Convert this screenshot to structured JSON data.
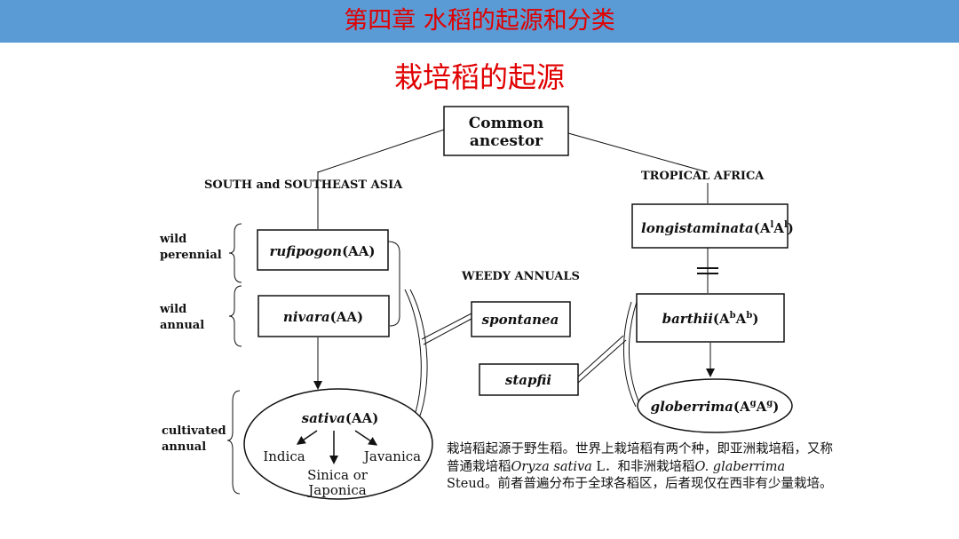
{
  "header": {
    "chapter_title": "第四章 水稻的起源和分类",
    "bar_color": "#5b9bd5",
    "title_color": "#e00000"
  },
  "slide": {
    "title": "栽培稻的起源"
  },
  "diagram": {
    "root": {
      "line1": "Common",
      "line2": "ancestor"
    },
    "regions": {
      "asia": "SOUTH and SOUTHEAST ASIA",
      "africa": "TROPICAL AFRICA",
      "weedy": "WEEDY ANNUALS"
    },
    "row_labels": {
      "wild_perennial": {
        "line1": "wild",
        "line2": "perennial"
      },
      "wild_annual": {
        "line1": "wild",
        "line2": "annual"
      },
      "cultivated_annual": {
        "line1": "cultivated",
        "line2": "annual"
      }
    },
    "nodes": {
      "rufipogon": {
        "name": "rufipogon",
        "genome": "(AA)"
      },
      "nivara": {
        "name": "nivara",
        "genome": "(AA)"
      },
      "spontanea": {
        "name": "spontanea"
      },
      "stapfii": {
        "name": "stapfii"
      },
      "longistaminata": {
        "name": "longistaminata",
        "genome_open": "(A",
        "sup1": "l",
        "mid": "A",
        "sup2": "l",
        "genome_close": ")"
      },
      "barthii": {
        "name": "barthii",
        "genome_open": "(A",
        "sup1": "b",
        "mid": "A",
        "sup2": "b",
        "genome_close": ")"
      },
      "glaberrima": {
        "name": "globerrima",
        "genome_open": "(A",
        "sup1": "g",
        "mid": "A",
        "sup2": "g",
        "genome_close": ")"
      },
      "sativa": {
        "name": "sativa",
        "genome": "(AA)",
        "groups": {
          "indica": "Indica",
          "javanica": "Javanica",
          "sinica_line1": "Sinica or",
          "sinica_line2": "Japonica"
        }
      }
    }
  },
  "caption": {
    "p1": "栽培稻起源于野生稻。世界上栽培稻有两个种，即亚洲栽培稻，又称普通栽培稻",
    "sp1": "Oryza sativa",
    "p2": " L．和非洲栽培稻",
    "sp2": "O. glaberrima",
    "p3": " Steud。前者普遍分布于全球各稻区，后者现仅在西非有少量栽培。"
  }
}
